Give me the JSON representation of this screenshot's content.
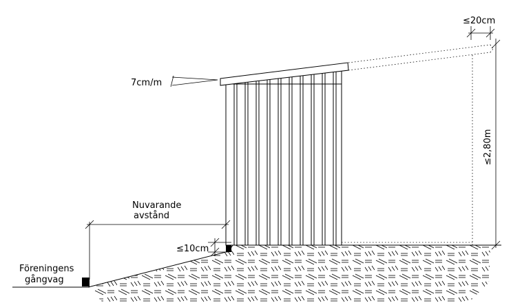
{
  "labels": {
    "slope": "7cm/m",
    "overhang": "≤20cm",
    "height": "≤2,80m",
    "gap": "≤10cm",
    "distance_line1": "Nuvarande",
    "distance_line2": "avstånd",
    "path_line1": "Föreningens",
    "path_line2": "gångvag"
  }
}
